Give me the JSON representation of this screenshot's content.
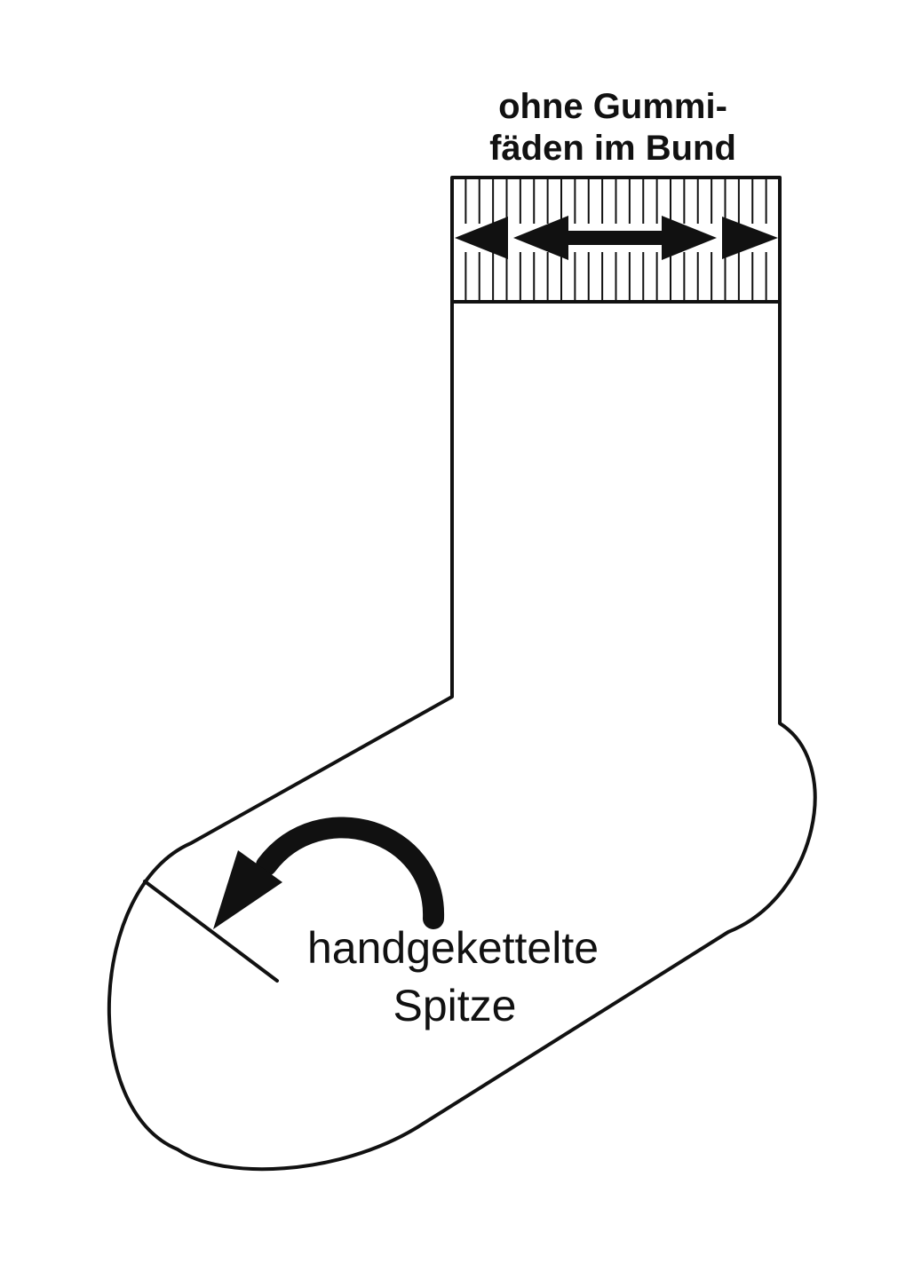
{
  "cuff_label": {
    "line1": "ohne Gummi-",
    "line2": "fäden im Bund"
  },
  "toe_label": {
    "line1": "handgekettelte",
    "line2": "Spitze"
  },
  "colors": {
    "ink": "#111111",
    "background": "#ffffff"
  },
  "icons": {
    "cuff_arrows": "double-arrow-horizontal-icon",
    "toe_arrow": "curved-arrow-icon"
  }
}
